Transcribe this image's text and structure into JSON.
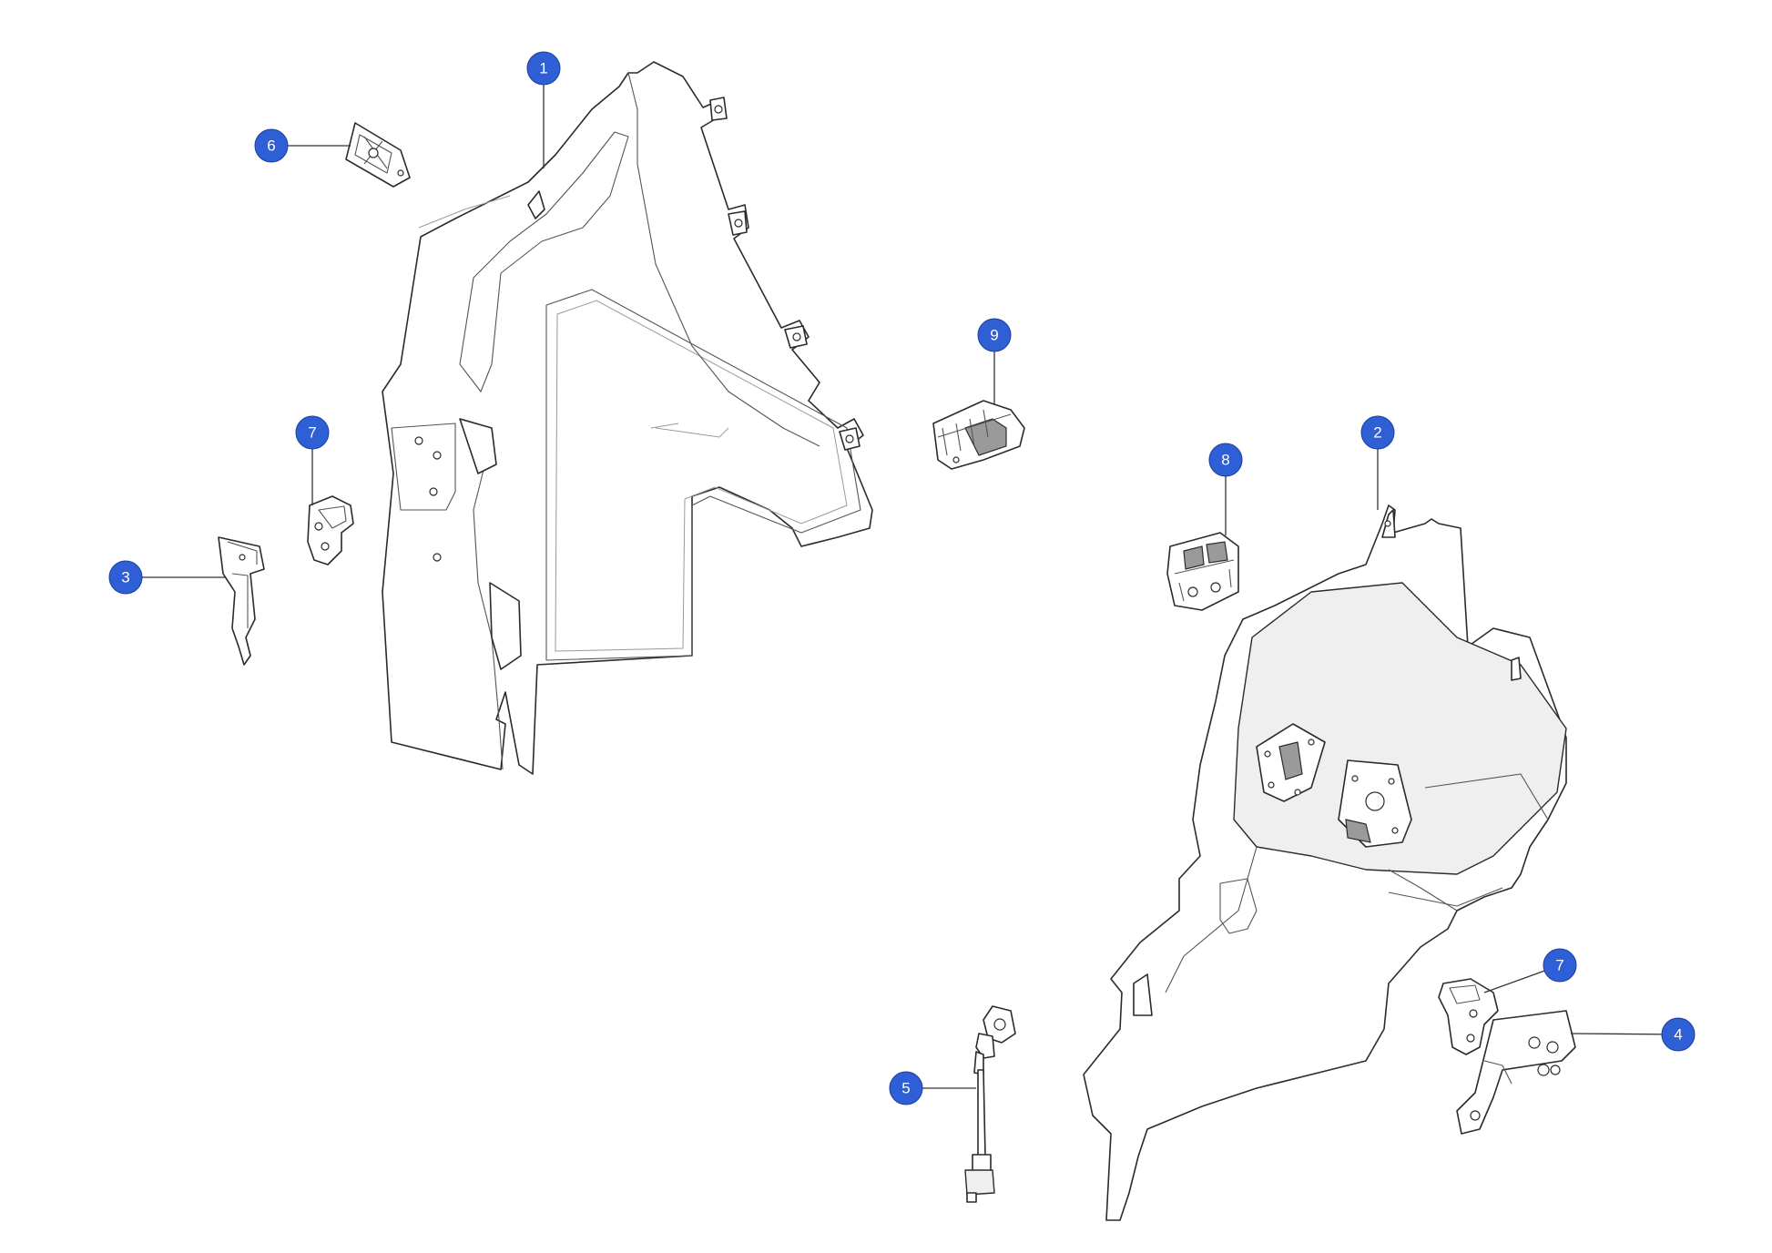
{
  "diagram": {
    "callouts": [
      {
        "id": "c1",
        "label": "1"
      },
      {
        "id": "c6",
        "label": "6"
      },
      {
        "id": "c9",
        "label": "9"
      },
      {
        "id": "c7a",
        "label": "7"
      },
      {
        "id": "c3",
        "label": "3"
      },
      {
        "id": "c2",
        "label": "2"
      },
      {
        "id": "c8",
        "label": "8"
      },
      {
        "id": "c7b",
        "label": "7"
      },
      {
        "id": "c4",
        "label": "4"
      },
      {
        "id": "c5",
        "label": "5"
      }
    ],
    "colors": {
      "callout_fill": "#2f5fd4",
      "callout_text": "#ffffff",
      "line": "#2b2b2b",
      "background": "#ffffff"
    }
  }
}
